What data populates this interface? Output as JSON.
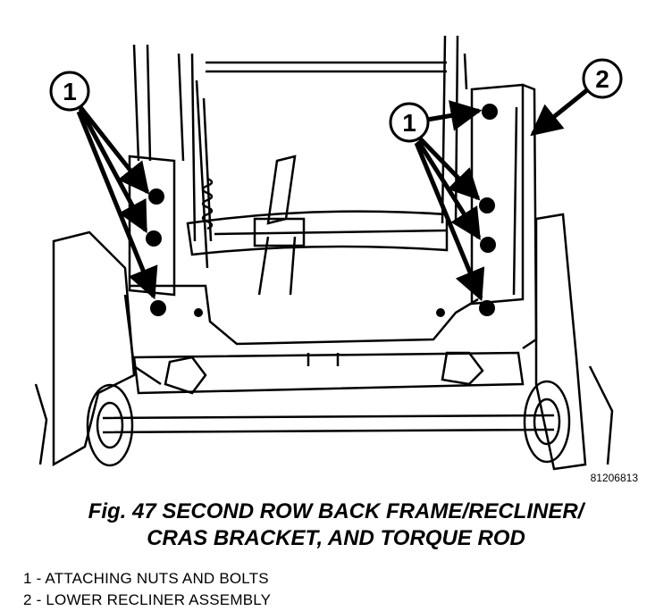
{
  "figure": {
    "callouts": [
      {
        "id": "callout-1-left",
        "text": "1"
      },
      {
        "id": "callout-1-right",
        "text": "1"
      },
      {
        "id": "callout-2",
        "text": "2"
      }
    ],
    "figure_id": "81206813"
  },
  "caption": {
    "line1": "Fig. 47 SECOND ROW BACK FRAME/RECLINER/",
    "line2": "CRAS BRACKET, AND TORQUE ROD"
  },
  "legend": [
    {
      "number": "1",
      "text": "1 - ATTACHING NUTS AND BOLTS"
    },
    {
      "number": "2",
      "text": "2 - LOWER RECLINER ASSEMBLY"
    }
  ]
}
